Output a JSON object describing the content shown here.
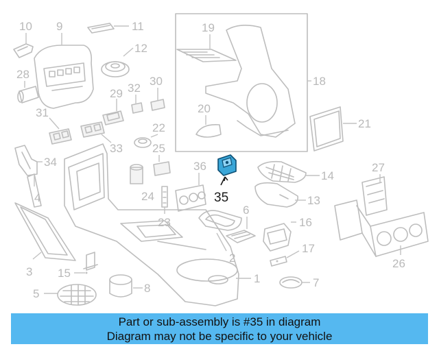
{
  "diagram": {
    "callouts": [
      "10",
      "9",
      "11",
      "12",
      "28",
      "30",
      "32",
      "29",
      "31",
      "22",
      "33",
      "25",
      "34",
      "24",
      "23",
      "36",
      "4",
      "3",
      "15",
      "5",
      "8",
      "19",
      "18",
      "20",
      "21",
      "35",
      "14",
      "13",
      "27",
      "6",
      "16",
      "2",
      "17",
      "1",
      "7",
      "26"
    ],
    "highlighted_part": "35",
    "accent_color": "#55b8f0",
    "highlight_color": "#3aa6d8"
  },
  "banner": {
    "line1": "Part or sub-assembly is #35 in diagram",
    "line2": "Diagram may not be specific to your vehicle"
  }
}
